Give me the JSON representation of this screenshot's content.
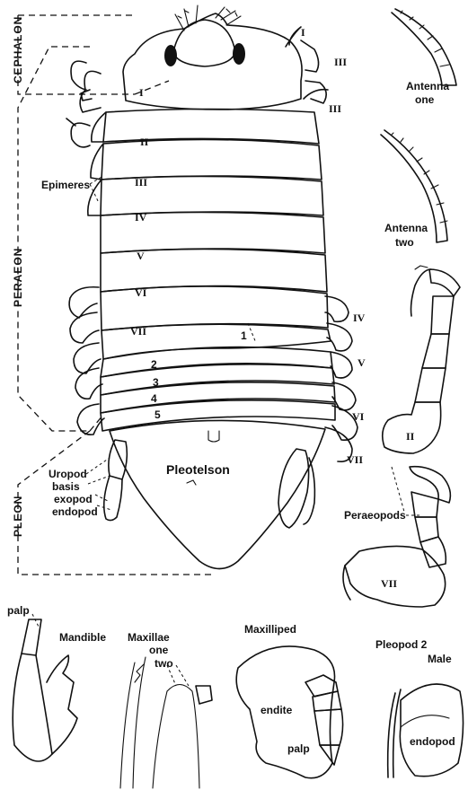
{
  "regions": {
    "cephalon": "CEPHALON",
    "peraeon": "PERAEON",
    "pleon": "PLEON"
  },
  "segments": {
    "head": "I",
    "s2": "II",
    "s3": "III",
    "s4": "IV",
    "s5": "V",
    "s6": "VI",
    "s7": "VII"
  },
  "legs_right": {
    "l1": "I",
    "l2": "III",
    "l3": "III",
    "l4": "IV",
    "l5": "V",
    "l6": "VI",
    "l7": "VII"
  },
  "pleon_segments": {
    "p1": "1",
    "p2": "2",
    "p3": "3",
    "p4": "4",
    "p5": "5"
  },
  "labels": {
    "epimeres": "Epimeres",
    "uropod": "Uropod",
    "basis": "basis",
    "exopod": "exopod",
    "endopod": "endopod",
    "pleotelson": "Pleotelson",
    "antenna_one_a": "Antenna",
    "antenna_one_b": "one",
    "antenna_two_a": "Antenna",
    "antenna_two_b": "two",
    "peraeopods": "Peraeopods",
    "peraeopod_II": "II",
    "peraeopod_VII": "VII"
  },
  "mouthparts": {
    "palp": "palp",
    "mandible": "Mandible",
    "maxillae": "Maxillae",
    "maxillae_one": "one",
    "maxillae_two": "two",
    "maxilliped": "Maxilliped",
    "endite": "endite",
    "maxilliped_palp": "palp",
    "pleopod": "Pleopod 2",
    "male": "Male",
    "pleopod_endopod": "endopod"
  }
}
